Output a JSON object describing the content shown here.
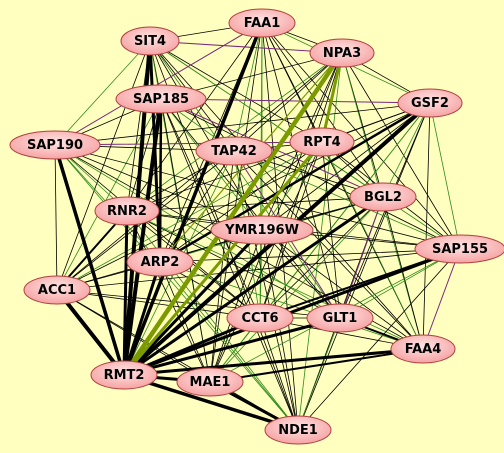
{
  "background_color": "#ffffc0",
  "node_style": {
    "fill": "#f6a3a3",
    "highlight": "#ffe4e4",
    "stroke": "#b04040"
  },
  "edge_colors": {
    "black": "#000000",
    "green": "#2f8a1a",
    "olive": "#7a9a00",
    "purple": "#7a2a7a"
  },
  "nodes": [
    {
      "id": "FAA1",
      "label": "FAA1"
    },
    {
      "id": "SIT4",
      "label": "SIT4"
    },
    {
      "id": "NPA3",
      "label": "NPA3"
    },
    {
      "id": "SAP185",
      "label": "SAP185"
    },
    {
      "id": "GSF2",
      "label": "GSF2"
    },
    {
      "id": "SAP190",
      "label": "SAP190"
    },
    {
      "id": "RPT4",
      "label": "RPT4"
    },
    {
      "id": "TAP42",
      "label": "TAP42"
    },
    {
      "id": "BGL2",
      "label": "BGL2"
    },
    {
      "id": "RNR2",
      "label": "RNR2"
    },
    {
      "id": "YMR196W",
      "label": "YMR196W"
    },
    {
      "id": "SAP155",
      "label": "SAP155"
    },
    {
      "id": "ARP2",
      "label": "ARP2"
    },
    {
      "id": "ACC1",
      "label": "ACC1"
    },
    {
      "id": "CCT6",
      "label": "CCT6"
    },
    {
      "id": "GLT1",
      "label": "GLT1"
    },
    {
      "id": "FAA4",
      "label": "FAA4"
    },
    {
      "id": "RMT2",
      "label": "RMT2"
    },
    {
      "id": "MAE1",
      "label": "MAE1"
    },
    {
      "id": "NDE1",
      "label": "NDE1"
    }
  ]
}
